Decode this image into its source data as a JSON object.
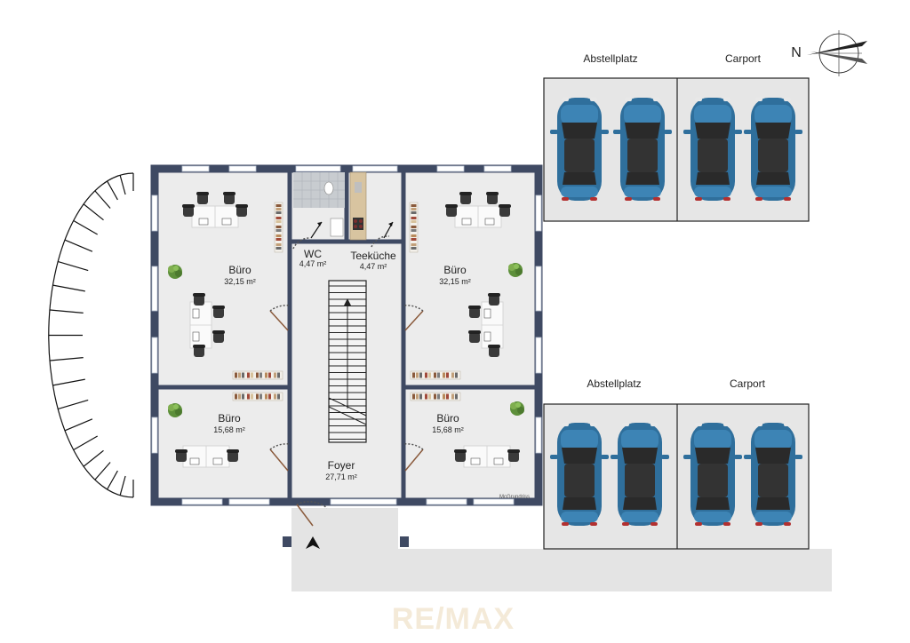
{
  "compass": {
    "label": "N"
  },
  "rooms": {
    "buero_top_left": {
      "name": "Büro",
      "area": "32,15 m²"
    },
    "buero_top_right": {
      "name": "Büro",
      "area": "32,15 m²"
    },
    "buero_bot_left": {
      "name": "Büro",
      "area": "15,68 m²"
    },
    "buero_bot_right": {
      "name": "Büro",
      "area": "15,68 m²"
    },
    "wc": {
      "name": "WC",
      "area": "4,47 m²"
    },
    "teekueche": {
      "name": "Teeküche",
      "area": "4,47 m²"
    },
    "foyer": {
      "name": "Foyer",
      "area": "27,71 m²"
    }
  },
  "parking": {
    "top": {
      "left_label": "Abstellplatz",
      "right_label": "Carport"
    },
    "bottom": {
      "left_label": "Abstellplatz",
      "right_label": "Carport"
    }
  },
  "credit": "McGrundriss",
  "watermark": "RE/MAX",
  "colors": {
    "wall": "#3f4a63",
    "floor": "#ececec",
    "car_body": "#2f6f9c",
    "glass": "#d9ecf3",
    "ground": "#e4e4e4"
  },
  "icons": [
    "compass-icon",
    "car-icon",
    "plant-icon",
    "desk-icon",
    "chair-icon",
    "bookshelf-icon",
    "stairs-icon",
    "entrance-arrow-icon"
  ]
}
